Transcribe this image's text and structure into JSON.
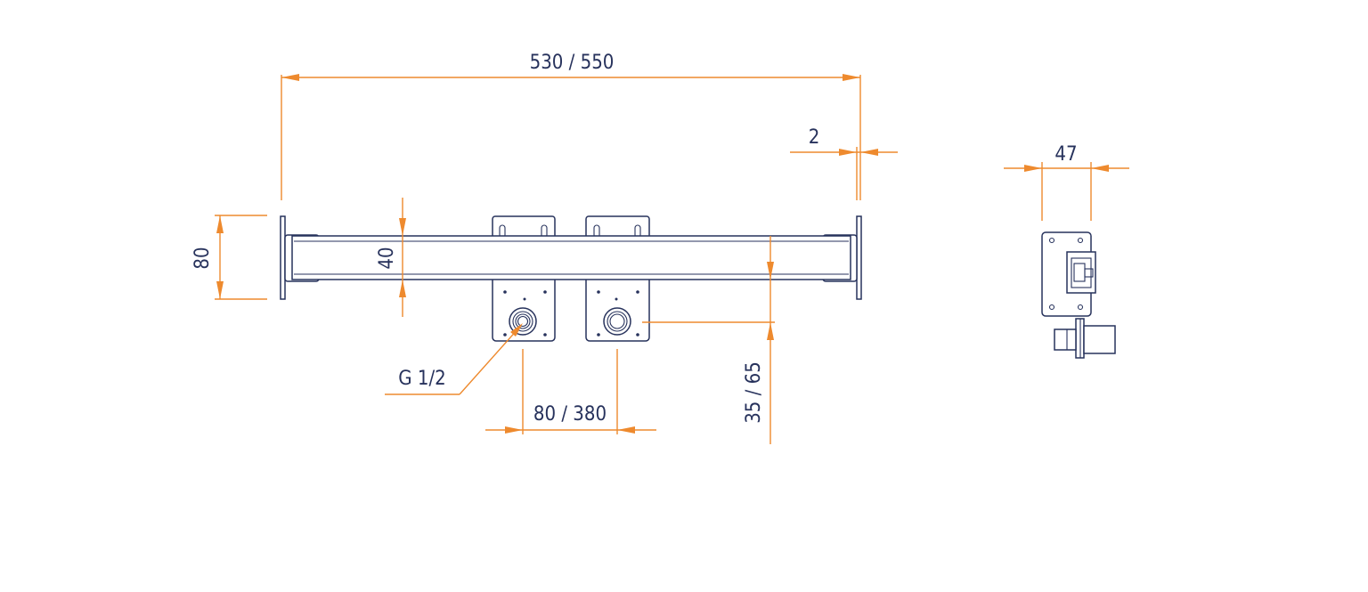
{
  "colors": {
    "dimension_line": "#ee8a2e",
    "part_outline": "#27325c",
    "dimension_text": "#27325c",
    "background": "#ffffff"
  },
  "dimensions": {
    "overall_length": "530 / 550",
    "offset": "2",
    "depth": "47",
    "height_bracket": "80",
    "height_profile": "40",
    "thread": "G 1/2",
    "spacing": "80 / 380",
    "outlet_height": "35 / 65"
  }
}
